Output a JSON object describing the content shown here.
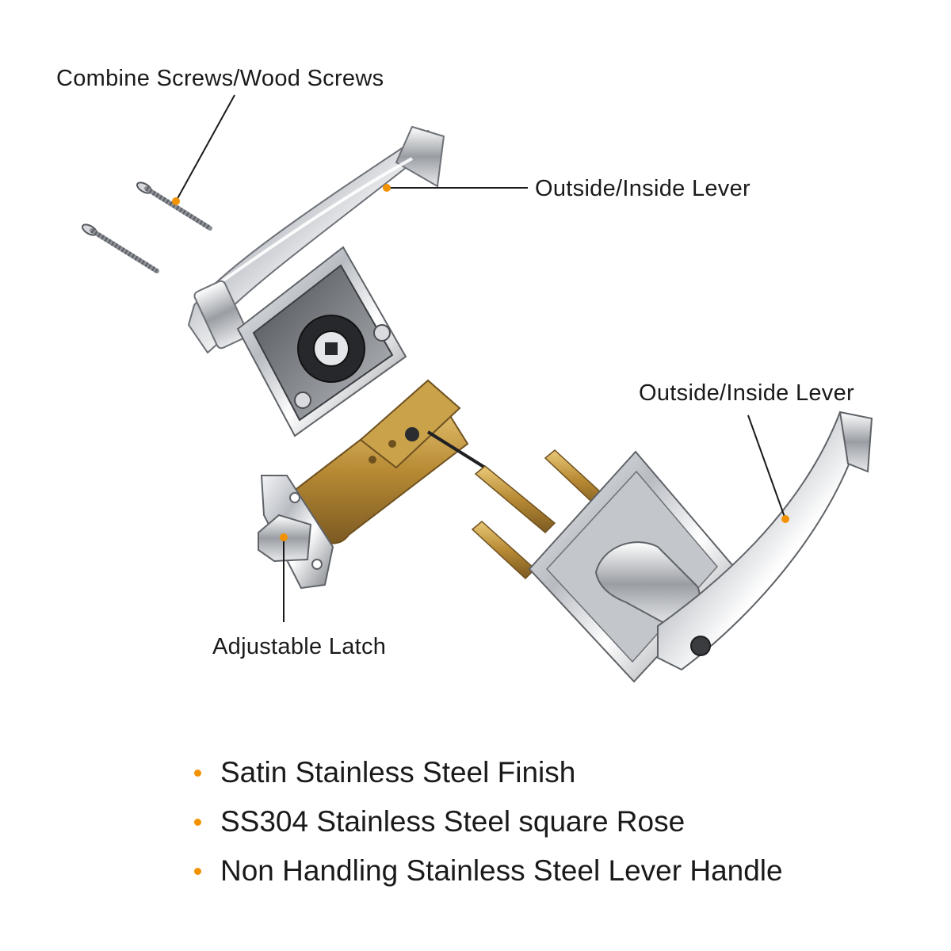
{
  "labels": {
    "screws": "Combine Screws/Wood Screws",
    "lever_top": "Outside/Inside Lever",
    "lever_right": "Outside/Inside Lever",
    "latch": "Adjustable Latch"
  },
  "features": [
    "Satin Stainless Steel Finish",
    "SS304 Stainless Steel square Rose",
    "Non Handling Stainless Steel Lever Handle"
  ],
  "colors": {
    "accent": "#f39200",
    "chrome": "#c9ccd0",
    "chrome_dark": "#6d7177",
    "brass": "#c9a24a",
    "plastic": "#2a2c30",
    "text": "#1a1a1a"
  }
}
